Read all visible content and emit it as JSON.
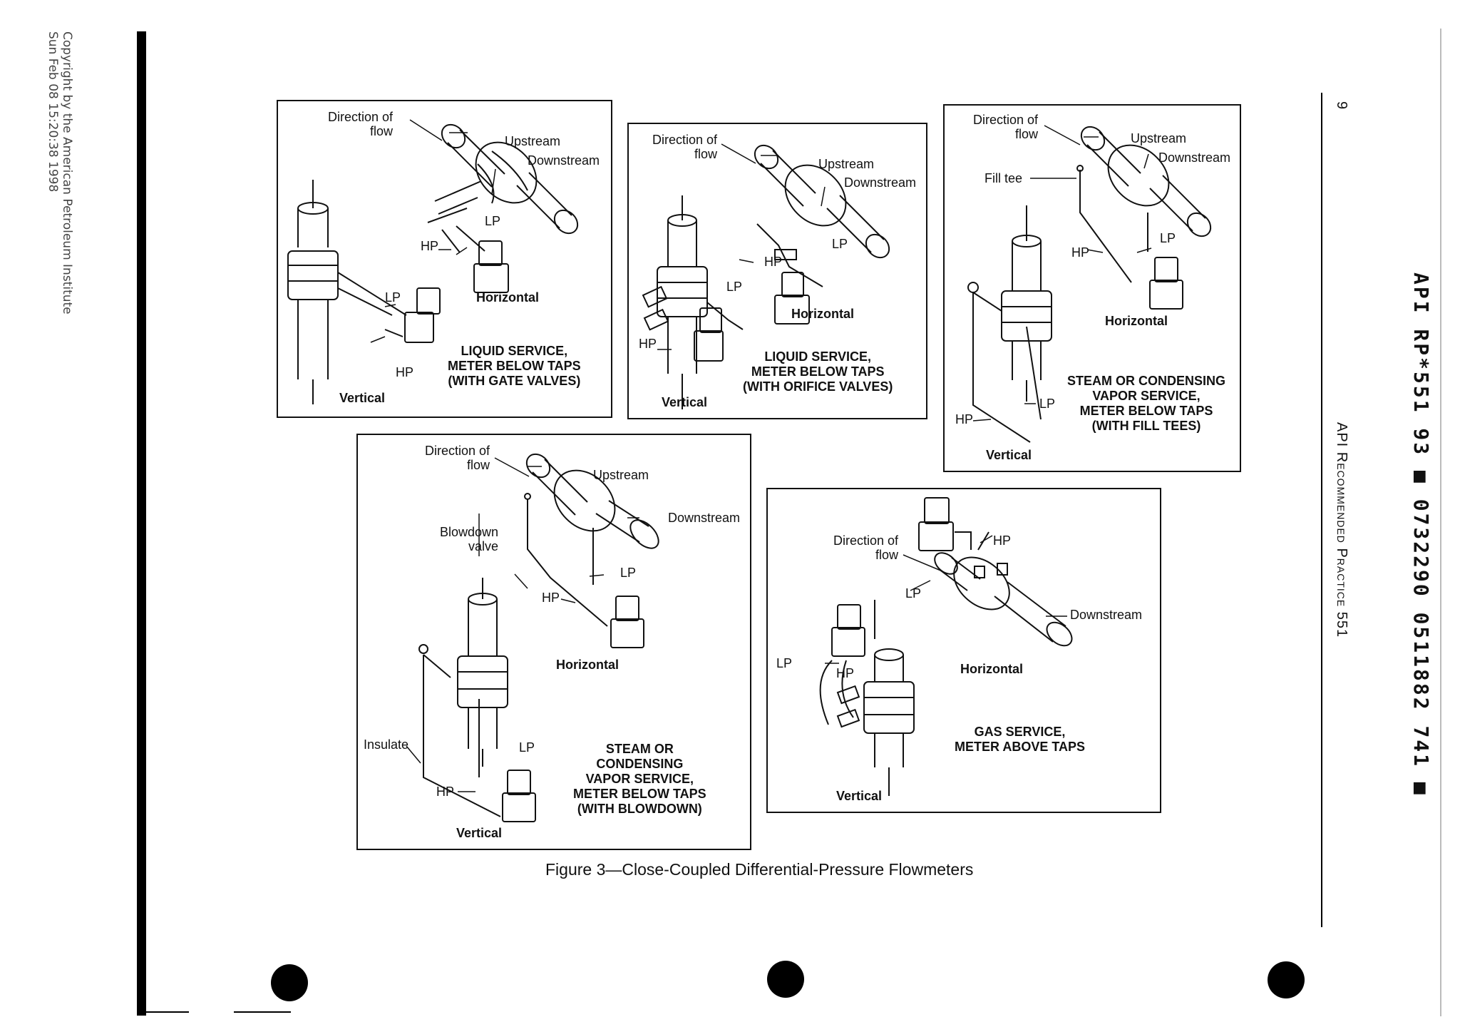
{
  "margin": {
    "copyright_line1": "Copyright by the American Petroleum Institute",
    "copyright_line2": "Sun Feb 08 15:20:38 1998"
  },
  "header": {
    "page_number": "9",
    "title": "API Recommended Practice 551",
    "doc_code": "API RP*551 93 ■ 0732290 0511882 741 ■"
  },
  "panels": {
    "p1": {
      "direction": "Direction of\nflow",
      "upstream": "Upstream",
      "downstream": "Downstream",
      "lp_h": "LP",
      "hp_h": "HP",
      "lp_v": "LP",
      "hp_v": "HP",
      "horizontal": "Horizontal",
      "vertical": "Vertical",
      "caption": "LIQUID SERVICE,\nMETER BELOW TAPS\n(WITH GATE VALVES)"
    },
    "p2": {
      "direction": "Direction of\nflow",
      "upstream": "Upstream",
      "downstream": "Downstream",
      "lp_h": "LP",
      "hp_h": "HP",
      "lp_v": "LP",
      "hp_v": "HP",
      "horizontal": "Horizontal",
      "vertical": "Vertical",
      "caption": "LIQUID SERVICE,\nMETER BELOW TAPS\n(WITH ORIFICE VALVES)"
    },
    "p3": {
      "direction": "Direction of\nflow",
      "upstream": "Upstream",
      "downstream": "Downstream",
      "fill_tee": "Fill tee",
      "lp_h": "LP",
      "hp_h": "HP",
      "lp_v": "LP",
      "hp_v": "HP",
      "horizontal": "Horizontal",
      "vertical": "Vertical",
      "caption": "STEAM OR CONDENSING\nVAPOR SERVICE,\nMETER BELOW TAPS\n(WITH FILL TEES)"
    },
    "p4": {
      "direction": "Direction of\nflow",
      "upstream": "Upstream",
      "downstream": "Downstream",
      "blowdown": "Blowdown\nvalve",
      "lp_h": "LP",
      "hp_h": "HP",
      "insulate": "Insulate",
      "lp_v": "LP",
      "hp_v": "HP",
      "horizontal": "Horizontal",
      "vertical": "Vertical",
      "caption": "STEAM OR\nCONDENSING\nVAPOR SERVICE,\nMETER BELOW TAPS\n(WITH BLOWDOWN)"
    },
    "p5": {
      "direction": "Direction of\nflow",
      "downstream": "Downstream",
      "hp_h": "HP",
      "lp_h": "LP",
      "lp_v": "LP",
      "hp_v": "HP",
      "horizontal": "Horizontal",
      "vertical": "Vertical",
      "caption": "GAS SERVICE,\nMETER ABOVE TAPS"
    }
  },
  "figure_caption": "Figure 3—Close-Coupled Differential-Pressure Flowmeters"
}
